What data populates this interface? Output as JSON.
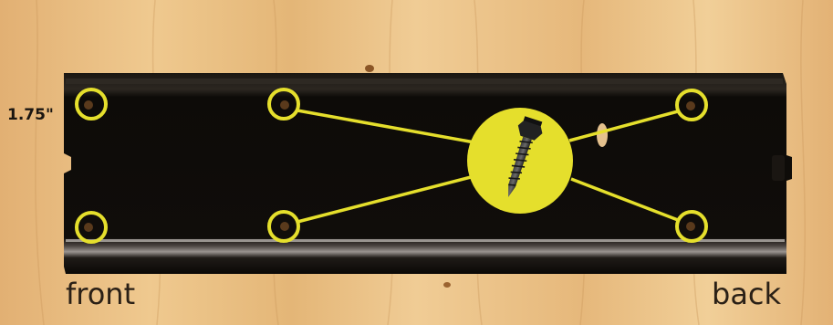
{
  "labels": {
    "front": "front",
    "back": "back",
    "dimension": "1.75\""
  },
  "colors": {
    "highlight": "#e5df2c",
    "rail": "#0f0c09",
    "wood": "#e9bf84"
  }
}
